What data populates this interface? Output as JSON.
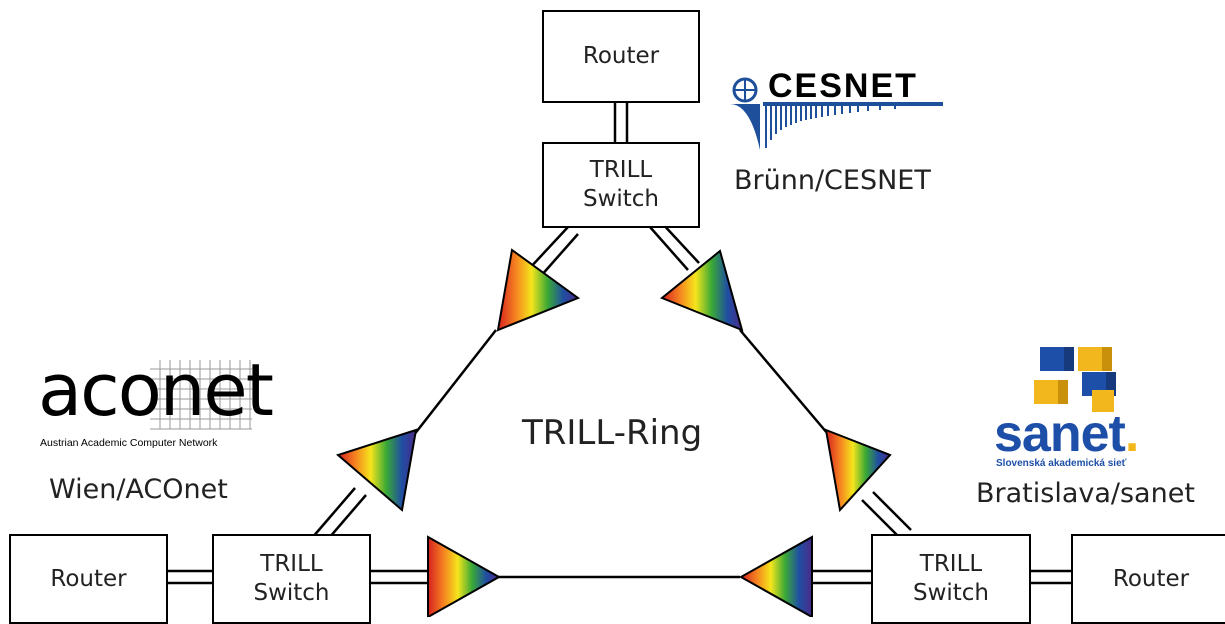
{
  "routers": {
    "top": "Router",
    "left": "Router",
    "right": "Router"
  },
  "switches": {
    "top": [
      "TRILL",
      "Switch"
    ],
    "left": [
      "TRILL",
      "Switch"
    ],
    "right": [
      "TRILL",
      "Switch"
    ]
  },
  "ring_label": "TRILL-Ring",
  "locations": {
    "brno": "Brünn/CESNET",
    "vienna": "Wien/ACOnet",
    "bratislava": "Bratislava/sanet"
  },
  "logos": {
    "cesnet": {
      "wordmark": "CESNET"
    },
    "aconet": {
      "wordmark": "aconet",
      "tagline": "Austrian Academic Computer Network"
    },
    "sanet": {
      "wordmark": "sanet",
      "dot": ".",
      "tagline": "Slovenská akademická sieť",
      "colors": [
        "#1e4fa8",
        "#f2b71c"
      ]
    }
  },
  "spectrum_colors": [
    "#d6201f",
    "#f58220",
    "#f5e51c",
    "#3aa935",
    "#1f4ea3",
    "#4b2a87"
  ]
}
